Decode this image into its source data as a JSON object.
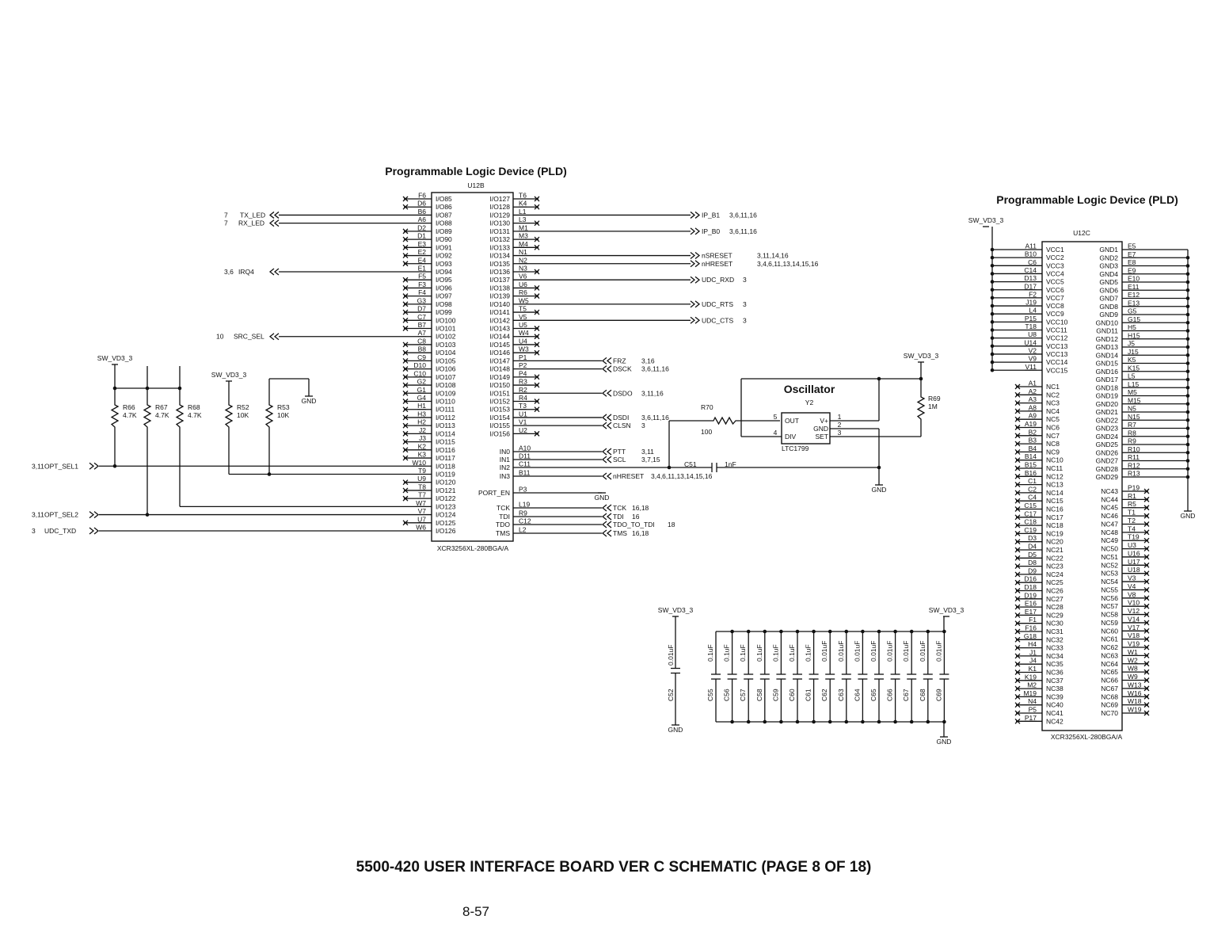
{
  "page": {
    "title": "5500-420 USER INTERFACE BOARD VER C SCHEMATIC (PAGE 8 OF 18)",
    "page_number": "8-57"
  },
  "power_net": "SW_VD3_3",
  "ground": "GND",
  "u12b": {
    "heading": "Programmable Logic Device (PLD)",
    "ref": "U12B",
    "part": "XCR3256XL-280BGA/A",
    "left_pins": [
      [
        "F6",
        "I/O85",
        1
      ],
      [
        "D6",
        "I/O86",
        1
      ],
      [
        "B6",
        "I/O87",
        0
      ],
      [
        "A6",
        "I/O88",
        0
      ],
      [
        "D2",
        "I/O89",
        1
      ],
      [
        "D1",
        "I/O90",
        1
      ],
      [
        "E3",
        "I/O91",
        1
      ],
      [
        "E2",
        "I/O92",
        1
      ],
      [
        "E4",
        "I/O93",
        1
      ],
      [
        "E1",
        "I/O94",
        0
      ],
      [
        "F5",
        "I/O95",
        1
      ],
      [
        "F3",
        "I/O96",
        1
      ],
      [
        "F4",
        "I/O97",
        1
      ],
      [
        "G3",
        "I/O98",
        1
      ],
      [
        "D7",
        "I/O99",
        1
      ],
      [
        "C7",
        "I/O100",
        1
      ],
      [
        "B7",
        "I/O101",
        1
      ],
      [
        "A7",
        "I/O102",
        0
      ],
      [
        "C8",
        "I/O103",
        1
      ],
      [
        "B8",
        "I/O104",
        1
      ],
      [
        "C9",
        "I/O105",
        1
      ],
      [
        "D10",
        "I/O106",
        1
      ],
      [
        "C10",
        "I/O107",
        1
      ],
      [
        "G2",
        "I/O108",
        1
      ],
      [
        "G1",
        "I/O109",
        1
      ],
      [
        "G4",
        "I/O110",
        1
      ],
      [
        "H1",
        "I/O111",
        1
      ],
      [
        "H3",
        "I/O112",
        1
      ],
      [
        "H2",
        "I/O113",
        1
      ],
      [
        "J2",
        "I/O114",
        1
      ],
      [
        "J3",
        "I/O115",
        1
      ],
      [
        "K2",
        "I/O116",
        1
      ],
      [
        "K3",
        "I/O117",
        1
      ],
      [
        "W10",
        "I/O118",
        0
      ],
      [
        "T9",
        "I/O119",
        0
      ],
      [
        "U9",
        "I/O120",
        1
      ],
      [
        "T8",
        "I/O121",
        1
      ],
      [
        "T7",
        "I/O122",
        1
      ],
      [
        "W7",
        "I/O123",
        0
      ],
      [
        "V7",
        "I/O124",
        0
      ],
      [
        "U7",
        "I/O125",
        1
      ],
      [
        "W6",
        "I/O126",
        0
      ]
    ],
    "right_pins": [
      [
        "T6",
        "I/O127",
        1
      ],
      [
        "K4",
        "I/O128",
        1
      ],
      [
        "L1",
        "I/O129",
        0
      ],
      [
        "L3",
        "I/O130",
        1
      ],
      [
        "M1",
        "I/O131",
        0
      ],
      [
        "M3",
        "I/O132",
        1
      ],
      [
        "M4",
        "I/O133",
        1
      ],
      [
        "N1",
        "I/O134",
        0
      ],
      [
        "N2",
        "I/O135",
        0
      ],
      [
        "N3",
        "I/O136",
        1
      ],
      [
        "V6",
        "I/O137",
        0
      ],
      [
        "U6",
        "I/O138",
        1
      ],
      [
        "R6",
        "I/O139",
        1
      ],
      [
        "W5",
        "I/O140",
        0
      ],
      [
        "T5",
        "I/O141",
        1
      ],
      [
        "V5",
        "I/O142",
        0
      ],
      [
        "U5",
        "I/O143",
        1
      ],
      [
        "W4",
        "I/O144",
        1
      ],
      [
        "U4",
        "I/O145",
        1
      ],
      [
        "W3",
        "I/O146",
        1
      ],
      [
        "P1",
        "I/O147",
        0
      ],
      [
        "P2",
        "I/O148",
        0
      ],
      [
        "P4",
        "I/O149",
        1
      ],
      [
        "R3",
        "I/O150",
        1
      ],
      [
        "R2",
        "I/O151",
        0
      ],
      [
        "R4",
        "I/O152",
        1
      ],
      [
        "T3",
        "I/O153",
        1
      ],
      [
        "U1",
        "I/O154",
        0
      ],
      [
        "V1",
        "I/O155",
        0
      ],
      [
        "U2",
        "I/O156",
        1
      ]
    ],
    "special_pins": [
      [
        "A10",
        "IN0"
      ],
      [
        "D11",
        "IN1"
      ],
      [
        "C11",
        "IN2"
      ],
      [
        "B11",
        "IN3"
      ],
      [
        "P3",
        "PORT_EN"
      ],
      [
        "L19",
        "TCK"
      ],
      [
        "R9",
        "TDI"
      ],
      [
        "C12",
        "TDO"
      ],
      [
        "L2",
        "TMS"
      ]
    ]
  },
  "nets_left": [
    {
      "label": "TX_LED",
      "ref": "7"
    },
    {
      "label": "RX_LED",
      "ref": "7"
    },
    {
      "label": "IRQ4",
      "ref": "3,6"
    },
    {
      "label": "SRC_SEL",
      "ref": "10"
    },
    {
      "label": "OPT_SEL1",
      "ref": "3,11"
    },
    {
      "label": "OPT_SEL2",
      "ref": "3,11"
    },
    {
      "label": "UDC_TXD",
      "ref": "3"
    }
  ],
  "nets_right": [
    {
      "label": "IP_B1",
      "ref": "3,6,11,16"
    },
    {
      "label": "IP_B0",
      "ref": "3,6,11,16"
    },
    {
      "label": "nSRESET",
      "ref": "3,11,14,16"
    },
    {
      "label": "nHRESET",
      "ref": "3,4,6,11,13,14,15,16"
    },
    {
      "label": "UDC_RXD",
      "ref": "3"
    },
    {
      "label": "UDC_RTS",
      "ref": "3"
    },
    {
      "label": "UDC_CTS",
      "ref": "3"
    }
  ],
  "nets_mid": [
    {
      "label": "FRZ",
      "ref": "3,16"
    },
    {
      "label": "DSCK",
      "ref": "3,6,11,16"
    },
    {
      "label": "DSDO",
      "ref": "3,11,16"
    },
    {
      "label": "DSDI",
      "ref": "3,6,11,16"
    },
    {
      "label": "CLSN",
      "ref": "3"
    },
    {
      "label": "PTT",
      "ref": "3,11"
    },
    {
      "label": "SCL",
      "ref": "3,7,15"
    },
    {
      "label": "nHRESET",
      "ref": "3,4,6,11,13,14,15,16"
    },
    {
      "label": "TCK",
      "ref": "16,18"
    },
    {
      "label": "TDI",
      "ref": "16"
    },
    {
      "label": "TDO_TO_TDI",
      "ref": "18"
    },
    {
      "label": "TMS",
      "ref": "16,18"
    }
  ],
  "resistors": [
    {
      "ref": "R66",
      "value": "4.7K"
    },
    {
      "ref": "R67",
      "value": "4.7K"
    },
    {
      "ref": "R68",
      "value": "4.7K"
    },
    {
      "ref": "R52",
      "value": "10K"
    },
    {
      "ref": "R53",
      "value": "10K"
    },
    {
      "ref": "R70",
      "value": "100"
    },
    {
      "ref": "R69",
      "value": "1M"
    }
  ],
  "c51": {
    "ref": "C51",
    "value": "1nF"
  },
  "oscillator": {
    "heading": "Oscillator",
    "ref": "Y2",
    "part": "LTC1799",
    "pins": [
      [
        "5",
        "OUT"
      ],
      [
        "4",
        "DIV"
      ],
      [
        "1",
        "V+"
      ],
      [
        "2",
        "GND"
      ],
      [
        "3",
        "SET"
      ]
    ]
  },
  "decoupling": {
    "c52": {
      "ref": "C52",
      "value": "0.01uF"
    },
    "bank": [
      [
        "C55",
        "0.1uF"
      ],
      [
        "C56",
        "0.1uF"
      ],
      [
        "C57",
        "0.1uF"
      ],
      [
        "C58",
        "0.1uF"
      ],
      [
        "C59",
        "0.1uF"
      ],
      [
        "C60",
        "0.1uF"
      ],
      [
        "C61",
        "0.1uF"
      ],
      [
        "C62",
        "0.01uF"
      ],
      [
        "C63",
        "0.01uF"
      ],
      [
        "C64",
        "0.01uF"
      ],
      [
        "C65",
        "0.01uF"
      ],
      [
        "C66",
        "0.01uF"
      ],
      [
        "C67",
        "0.01uF"
      ],
      [
        "C68",
        "0.01uF"
      ],
      [
        "C69",
        "0.01uF"
      ]
    ]
  },
  "u12c": {
    "heading": "Programmable Logic Device (PLD)",
    "ref": "U12C",
    "part": "XCR3256XL-280BGA/A",
    "vcc_pins": [
      [
        "A11",
        "VCC1"
      ],
      [
        "B10",
        "VCC2"
      ],
      [
        "C6",
        "VCC3"
      ],
      [
        "C14",
        "VCC4"
      ],
      [
        "D13",
        "VCC5"
      ],
      [
        "D17",
        "VCC6"
      ],
      [
        "F2",
        "VCC7"
      ],
      [
        "J19",
        "VCC8"
      ],
      [
        "L4",
        "VCC9"
      ],
      [
        "P15",
        "VCC10"
      ],
      [
        "T18",
        "VCC11"
      ],
      [
        "U8",
        "VCC12"
      ],
      [
        "U14",
        "VCC13"
      ],
      [
        "V2",
        "VCC13"
      ],
      [
        "V9",
        "VCC14"
      ],
      [
        "V11",
        "VCC15"
      ]
    ],
    "gnd_pins": [
      [
        "E5",
        "GND1"
      ],
      [
        "E7",
        "GND2"
      ],
      [
        "E8",
        "GND3"
      ],
      [
        "E9",
        "GND4"
      ],
      [
        "E10",
        "GND5"
      ],
      [
        "E11",
        "GND6"
      ],
      [
        "E12",
        "GND7"
      ],
      [
        "E13",
        "GND8"
      ],
      [
        "G5",
        "GND9"
      ],
      [
        "G15",
        "GND10"
      ],
      [
        "H5",
        "GND11"
      ],
      [
        "H15",
        "GND12"
      ],
      [
        "J5",
        "GND13"
      ],
      [
        "J15",
        "GND14"
      ],
      [
        "K5",
        "GND15"
      ],
      [
        "K15",
        "GND16"
      ],
      [
        "L5",
        "GND17"
      ],
      [
        "L15",
        "GND18"
      ],
      [
        "M5",
        "GND19"
      ],
      [
        "M15",
        "GND20"
      ],
      [
        "N5",
        "GND21"
      ],
      [
        "N15",
        "GND22"
      ],
      [
        "R7",
        "GND23"
      ],
      [
        "R8",
        "GND24"
      ],
      [
        "R9",
        "GND25"
      ],
      [
        "R10",
        "GND26"
      ],
      [
        "R11",
        "GND27"
      ],
      [
        "R12",
        "GND28"
      ],
      [
        "R13",
        "GND29"
      ]
    ],
    "nc_left": [
      [
        "A1",
        "NC1"
      ],
      [
        "A2",
        "NC2"
      ],
      [
        "A3",
        "NC3"
      ],
      [
        "A8",
        "NC4"
      ],
      [
        "A9",
        "NC5"
      ],
      [
        "A19",
        "NC6"
      ],
      [
        "B2",
        "NC7"
      ],
      [
        "B3",
        "NC8"
      ],
      [
        "B4",
        "NC9"
      ],
      [
        "B14",
        "NC10"
      ],
      [
        "B15",
        "NC11"
      ],
      [
        "B16",
        "NC12"
      ],
      [
        "C1",
        "NC13"
      ],
      [
        "C2",
        "NC14"
      ],
      [
        "C4",
        "NC15"
      ],
      [
        "C15",
        "NC16"
      ],
      [
        "C17",
        "NC17"
      ],
      [
        "C18",
        "NC18"
      ],
      [
        "C19",
        "NC19"
      ],
      [
        "D3",
        "NC20"
      ],
      [
        "D4",
        "NC21"
      ],
      [
        "D5",
        "NC22"
      ],
      [
        "D8",
        "NC23"
      ],
      [
        "D9",
        "NC24"
      ],
      [
        "D16",
        "NC25"
      ],
      [
        "D18",
        "NC26"
      ],
      [
        "D19",
        "NC27"
      ],
      [
        "E16",
        "NC28"
      ],
      [
        "E17",
        "NC29"
      ],
      [
        "F1",
        "NC30"
      ],
      [
        "F16",
        "NC31"
      ],
      [
        "G18",
        "NC32"
      ],
      [
        "H4",
        "NC33"
      ],
      [
        "J1",
        "NC34"
      ],
      [
        "J4",
        "NC35"
      ],
      [
        "K1",
        "NC36"
      ],
      [
        "K19",
        "NC37"
      ],
      [
        "M2",
        "NC38"
      ],
      [
        "M19",
        "NC39"
      ],
      [
        "N4",
        "NC40"
      ],
      [
        "P5",
        "NC41"
      ],
      [
        "P17",
        "NC42"
      ]
    ],
    "nc_right": [
      [
        "P19",
        "NC43"
      ],
      [
        "R1",
        "NC44"
      ],
      [
        "R5",
        "NC45"
      ],
      [
        "T1",
        "NC46"
      ],
      [
        "T2",
        "NC47"
      ],
      [
        "T4",
        "NC48"
      ],
      [
        "T19",
        "NC49"
      ],
      [
        "U3",
        "NC50"
      ],
      [
        "U16",
        "NC51"
      ],
      [
        "U17",
        "NC52"
      ],
      [
        "U18",
        "NC53"
      ],
      [
        "V3",
        "NC54"
      ],
      [
        "V4",
        "NC55"
      ],
      [
        "V8",
        "NC56"
      ],
      [
        "V10",
        "NC57"
      ],
      [
        "V12",
        "NC58"
      ],
      [
        "V14",
        "NC59"
      ],
      [
        "V17",
        "NC60"
      ],
      [
        "V18",
        "NC61"
      ],
      [
        "V19",
        "NC62"
      ],
      [
        "W1",
        "NC63"
      ],
      [
        "W2",
        "NC64"
      ],
      [
        "W8",
        "NC65"
      ],
      [
        "W9",
        "NC66"
      ],
      [
        "W13",
        "NC67"
      ],
      [
        "W16",
        "NC68"
      ],
      [
        "W18",
        "NC69"
      ],
      [
        "W19",
        "NC70"
      ]
    ]
  }
}
